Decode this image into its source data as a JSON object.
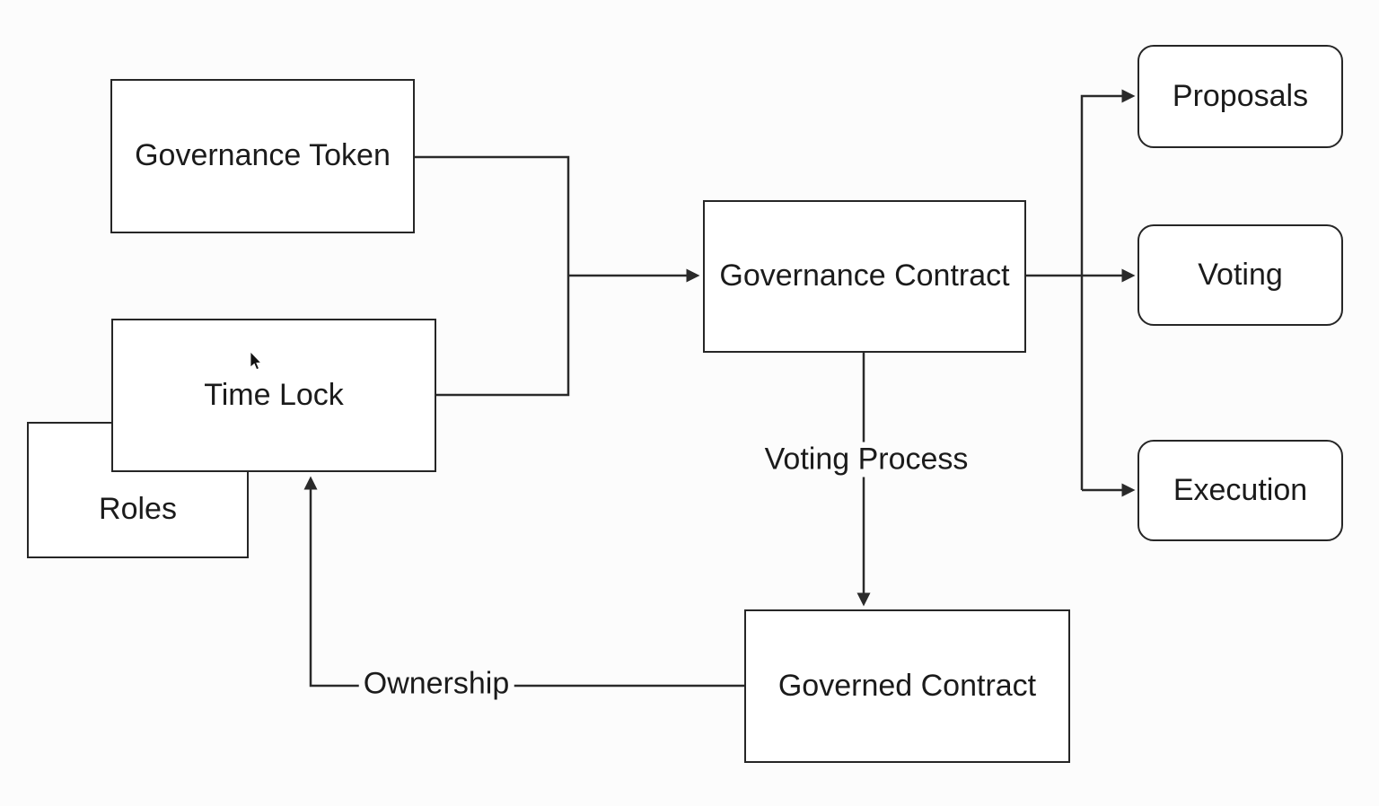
{
  "diagram": {
    "title": "",
    "nodes": [
      {
        "id": "governance-token",
        "label": "Governance Token",
        "shape": "rect"
      },
      {
        "id": "time-lock",
        "label": "Time Lock",
        "shape": "rect"
      },
      {
        "id": "roles",
        "label": "Roles",
        "shape": "rect"
      },
      {
        "id": "governance-contract",
        "label": "Governance Contract",
        "shape": "rect"
      },
      {
        "id": "governed-contract",
        "label": "Governed Contract",
        "shape": "rect"
      },
      {
        "id": "proposals",
        "label": "Proposals",
        "shape": "rounded"
      },
      {
        "id": "voting",
        "label": "Voting",
        "shape": "rounded"
      },
      {
        "id": "execution",
        "label": "Execution",
        "shape": "rounded"
      }
    ],
    "edges": [
      {
        "from": "governance-token",
        "to": "governance-contract",
        "label": "",
        "arrow": true
      },
      {
        "from": "time-lock",
        "to": "governance-contract",
        "label": "",
        "arrow": true
      },
      {
        "from": "governance-contract",
        "to": "proposals",
        "label": "",
        "arrow": true
      },
      {
        "from": "governance-contract",
        "to": "voting",
        "label": "",
        "arrow": true
      },
      {
        "from": "governance-contract",
        "to": "execution",
        "label": "",
        "arrow": true
      },
      {
        "from": "governance-contract",
        "to": "governed-contract",
        "label": "Voting Process",
        "arrow": true
      },
      {
        "from": "governed-contract",
        "to": "time-lock",
        "label": "Ownership",
        "arrow": true
      },
      {
        "from": "roles",
        "to": "time-lock",
        "label": "",
        "arrow": false
      }
    ],
    "colors": {
      "line": "#2a2a2a",
      "text": "#1b1b1b",
      "node_fill": "#ffffff",
      "background": "#fcfcfc"
    }
  }
}
